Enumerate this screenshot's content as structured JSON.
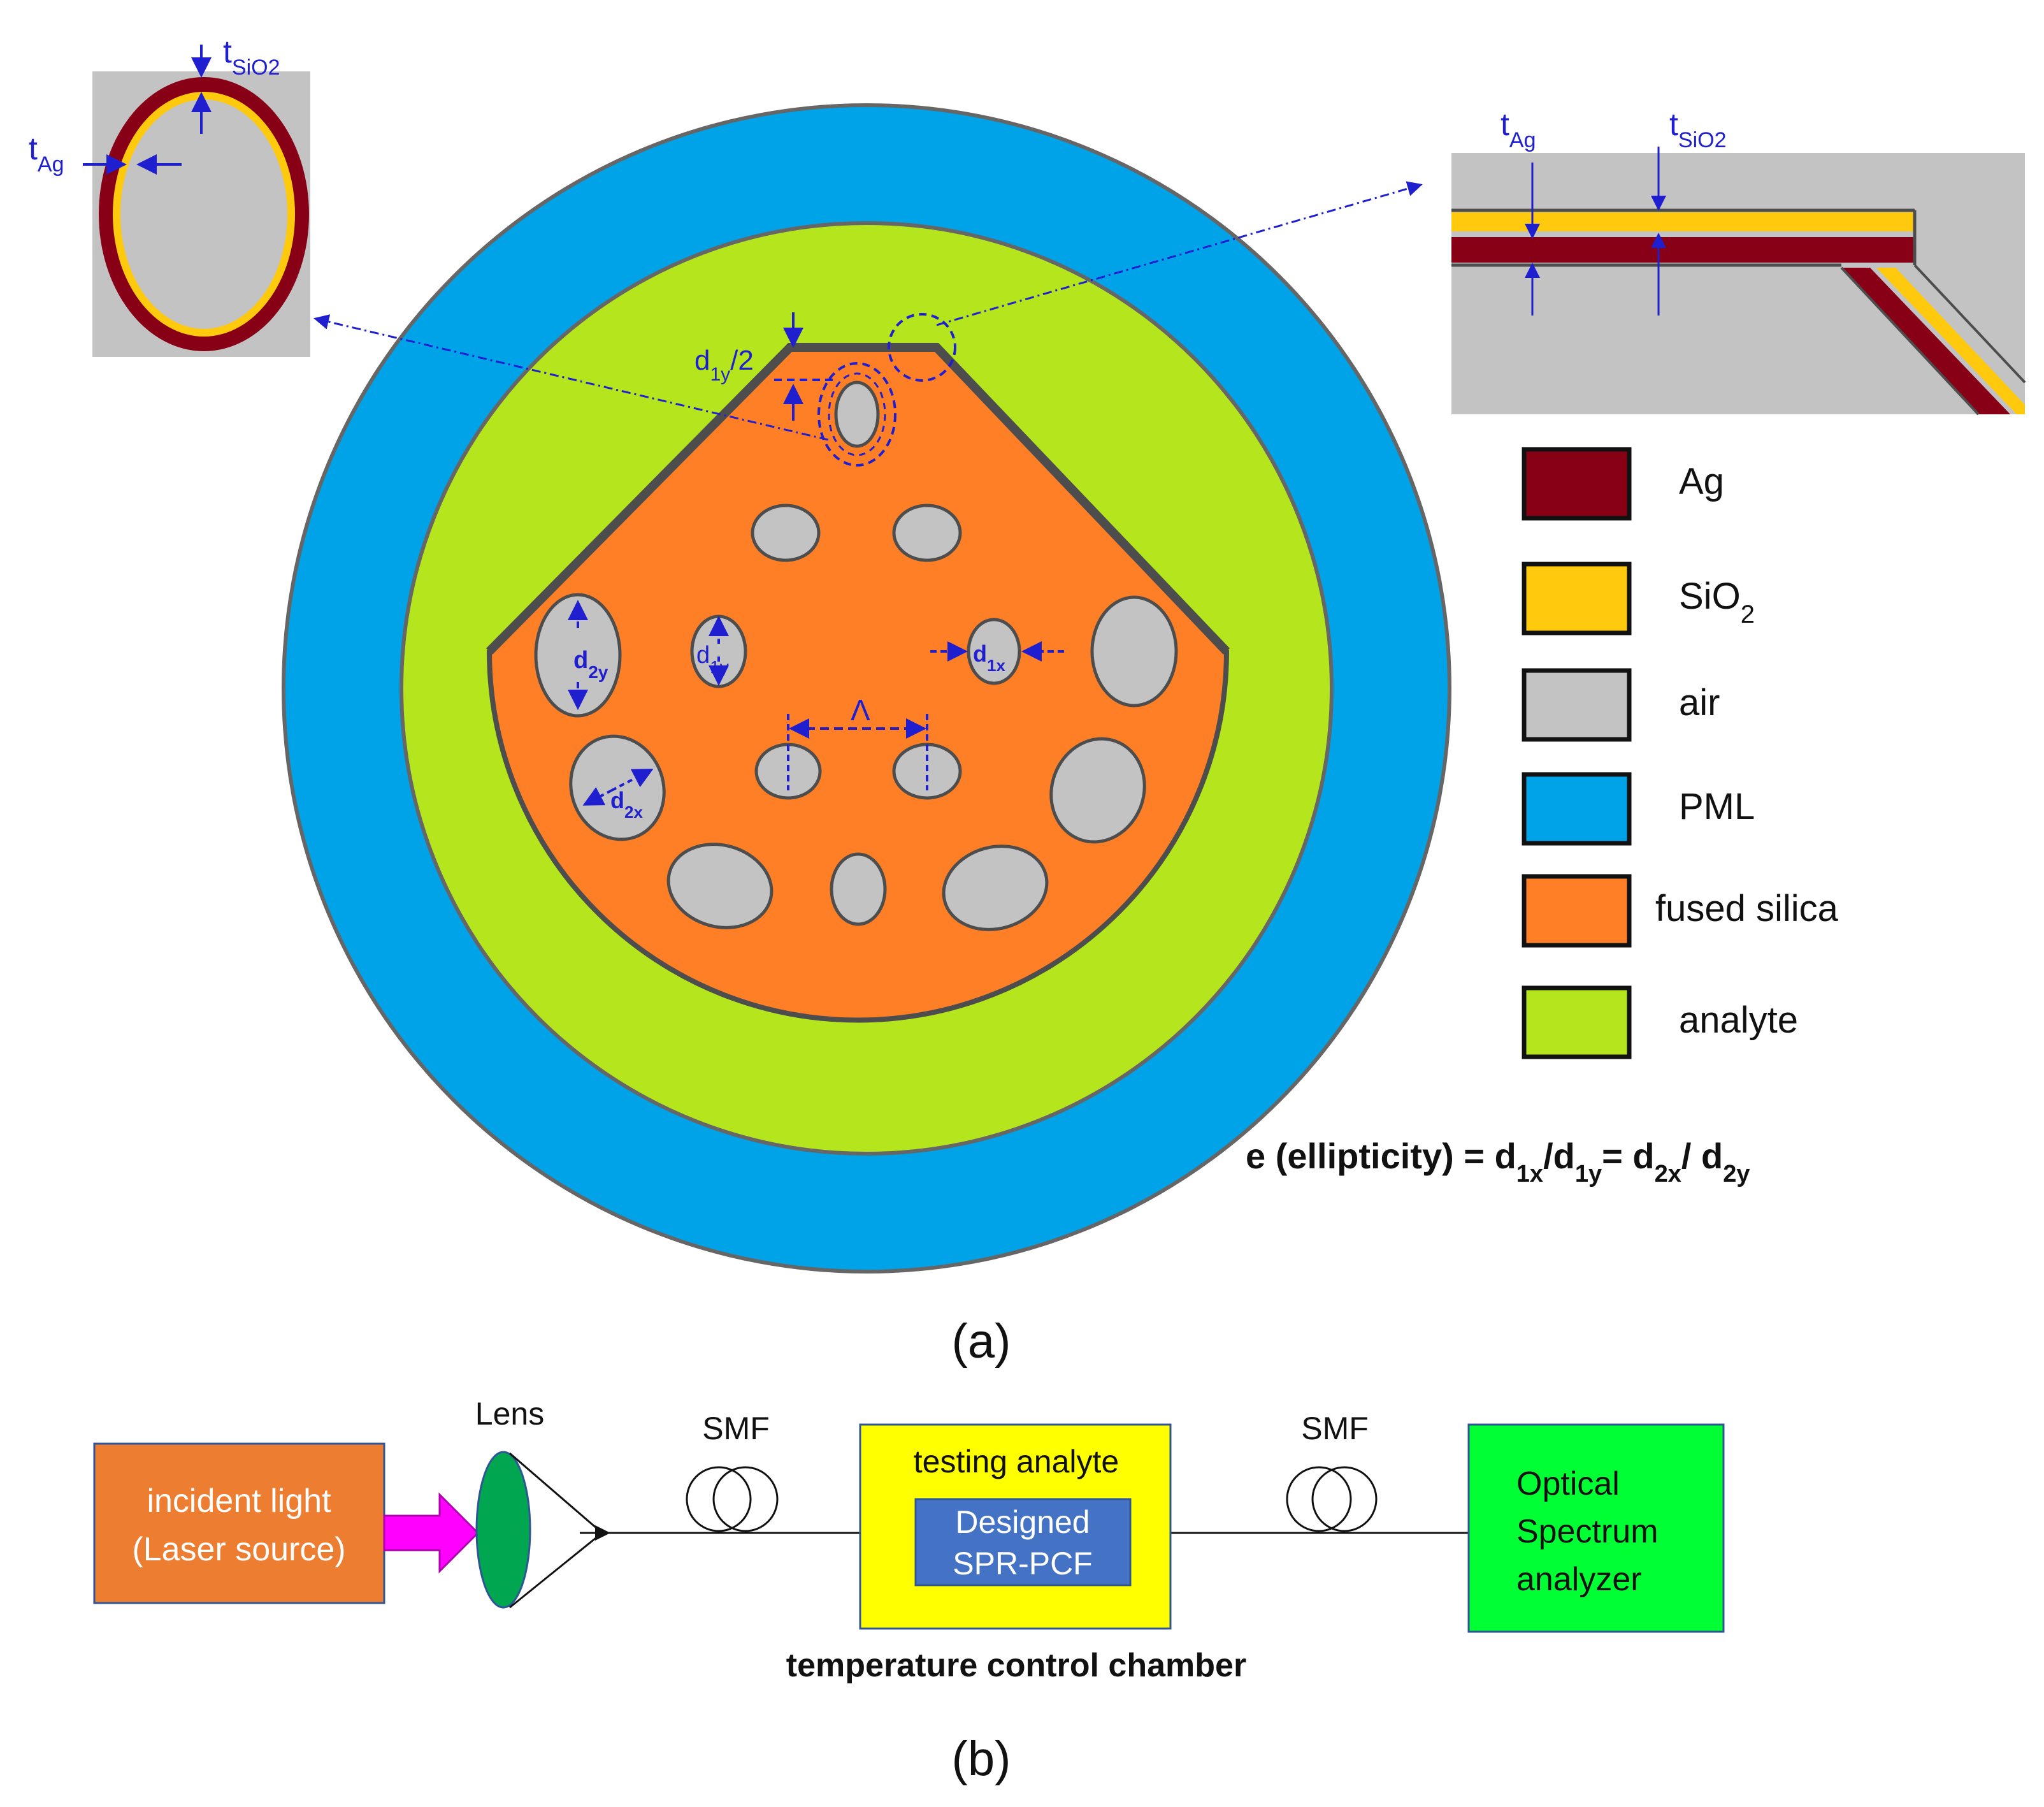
{
  "colors": {
    "pml": "#00a2e8",
    "analyte": "#b5e61d",
    "fused_silica": "#ff7f27",
    "air": "#c3c3c3",
    "ag": "#880015",
    "sio2": "#ffc90e",
    "outline": "#4d4d4d",
    "dim_arrow": "#1f1fd0",
    "laser_box": "#ed7d31",
    "laser_arrow": "#ff00ff",
    "lens": "#00a650",
    "chamber": "#ffff00",
    "sprpcf_box": "#4472c4",
    "osa_box": "#00ff33"
  },
  "legend": [
    {
      "key": "ag",
      "label": "Ag"
    },
    {
      "key": "sio2",
      "label": "SiO",
      "sub": "2"
    },
    {
      "key": "air",
      "label": "air"
    },
    {
      "key": "pml",
      "label": "PML"
    },
    {
      "key": "fused_silica",
      "label": "fused silica"
    },
    {
      "key": "analyte",
      "label": "analyte"
    }
  ],
  "dims": {
    "d1y_half": {
      "t": "d",
      "sub": "1y",
      "tail": "/2"
    },
    "d2y": {
      "t": "d",
      "sub": "2y"
    },
    "d1y": {
      "t": "d",
      "sub": "1y"
    },
    "d1x": {
      "t": "d",
      "sub": "1x"
    },
    "d2x": {
      "t": "d",
      "sub": "2x"
    },
    "lambda": "Λ",
    "t_sio2": {
      "t": "t",
      "sub": "SiO2"
    },
    "t_ag": {
      "t": "t",
      "sub": "Ag"
    }
  },
  "formula": {
    "prefix": "e (ellipticity) = ",
    "d": "d",
    "s1x": "1x",
    "s1y": "1y",
    "s2x": "2x",
    "s2y": "2y",
    "slash": "/",
    "eq": "= ",
    "slash2": "/ "
  },
  "caption_a": "(a)",
  "caption_b": "(b)",
  "setup": {
    "laser_line1": "incident light",
    "laser_line2": "(Laser source)",
    "lens": "Lens",
    "smf1": "SMF",
    "smf2": "SMF",
    "chamber_top": "testing analyte",
    "pcf_line1": "Designed",
    "pcf_line2": "SPR-PCF",
    "chamber_caption": "temperature control chamber",
    "osa_line1": "Optical",
    "osa_line2": "Spectrum",
    "osa_line3": "analyzer"
  }
}
